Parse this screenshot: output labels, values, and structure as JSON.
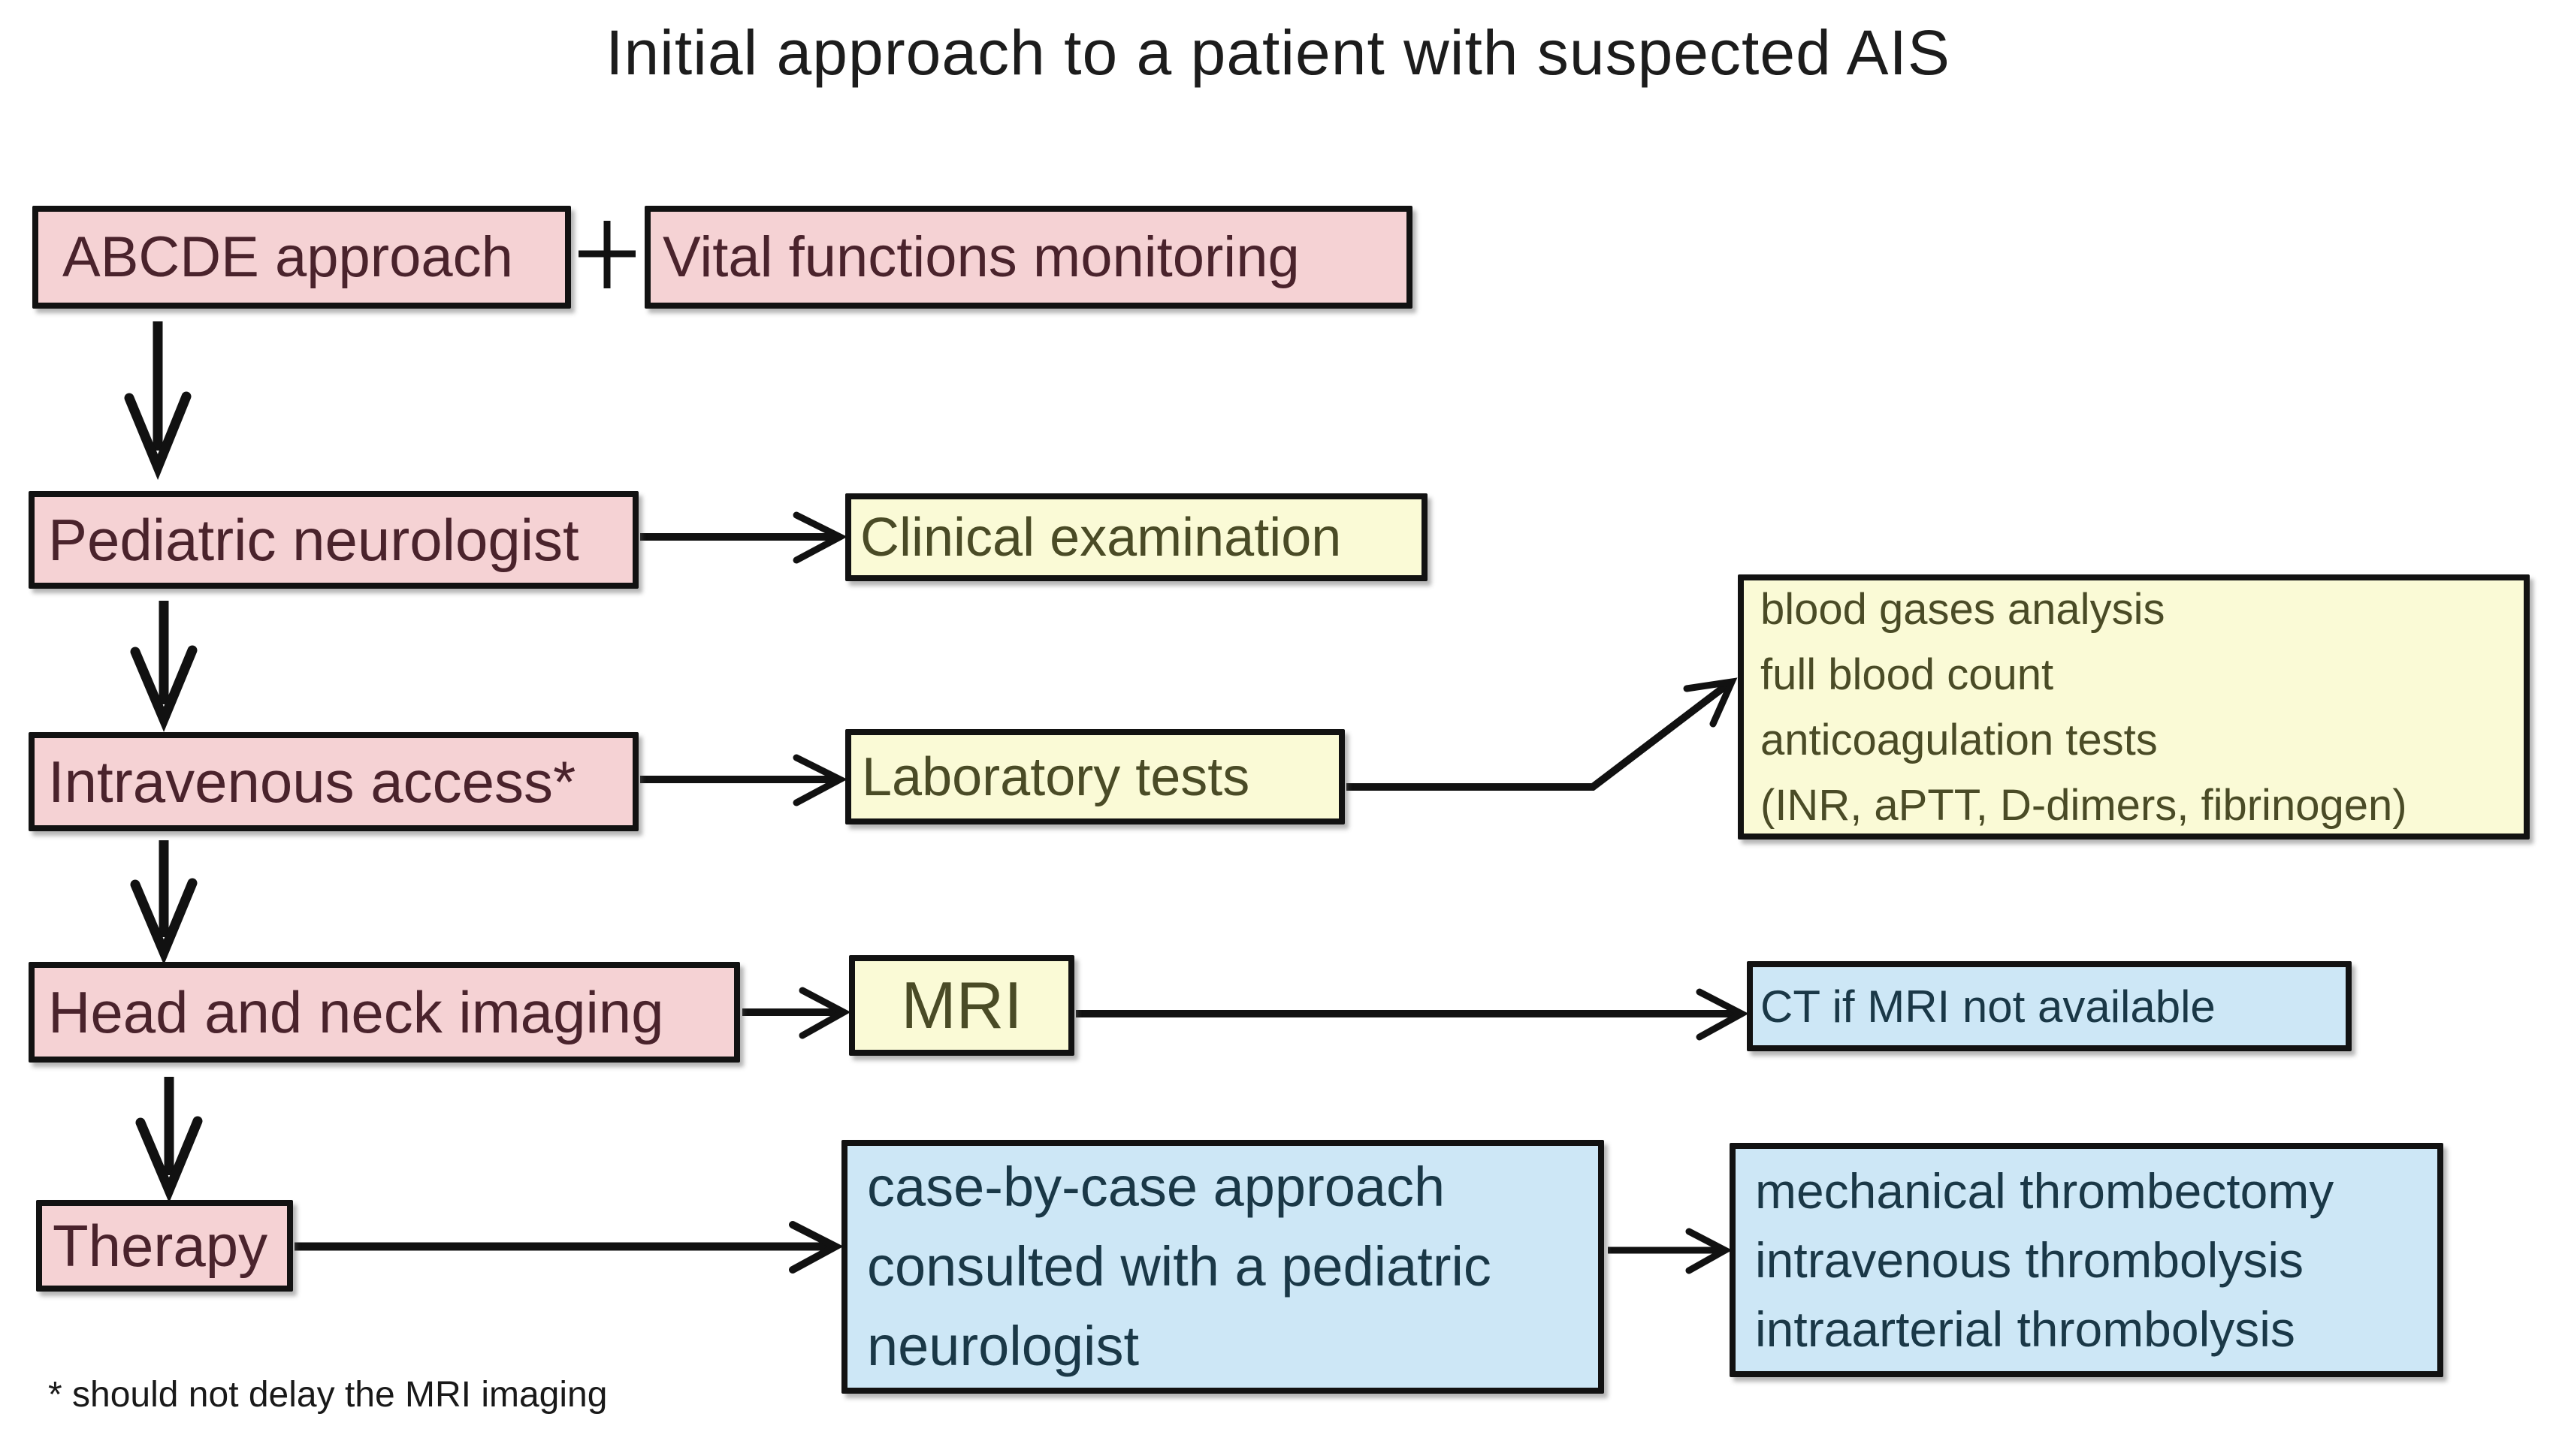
{
  "title": "Initial approach to a patient with suspected AIS",
  "plus_sign": "+",
  "boxes": {
    "abcde": {
      "label": "ABCDE approach"
    },
    "vital": {
      "label": "Vital functions monitoring"
    },
    "pediatric": {
      "label": "Pediatric neurologist"
    },
    "clinical": {
      "label": "Clinical examination"
    },
    "intravenous": {
      "label": "Intravenous access*"
    },
    "laboratory": {
      "label": "Laboratory tests"
    },
    "lab_panel": {
      "lines": [
        "blood gases analysis",
        "full blood count",
        "anticoagulation tests",
        "(INR, aPTT, D-dimers, fibrinogen)"
      ]
    },
    "head_imaging": {
      "label": "Head and neck imaging"
    },
    "mri": {
      "label": "MRI"
    },
    "ct": {
      "label": "CT if MRI not available"
    },
    "therapy": {
      "label": "Therapy"
    },
    "case_approach": {
      "lines": [
        "case-by-case approach",
        "consulted with a pediatric",
        "neurologist"
      ]
    },
    "therapy_options": {
      "lines": [
        "mechanical thrombectomy",
        "intravenous thrombolysis",
        "intraarterial thrombolysis"
      ]
    }
  },
  "footnote": "* should not delay the MRI imaging",
  "colors": {
    "pink_fill": "#f5d2d4",
    "pink_text": "#4a232c",
    "yellow_fill": "#fafad6",
    "yellow_text": "#4a4b26",
    "blue_fill": "#cde7f6",
    "blue_text": "#1a3847",
    "line": "#111111",
    "background": "#ffffff"
  }
}
